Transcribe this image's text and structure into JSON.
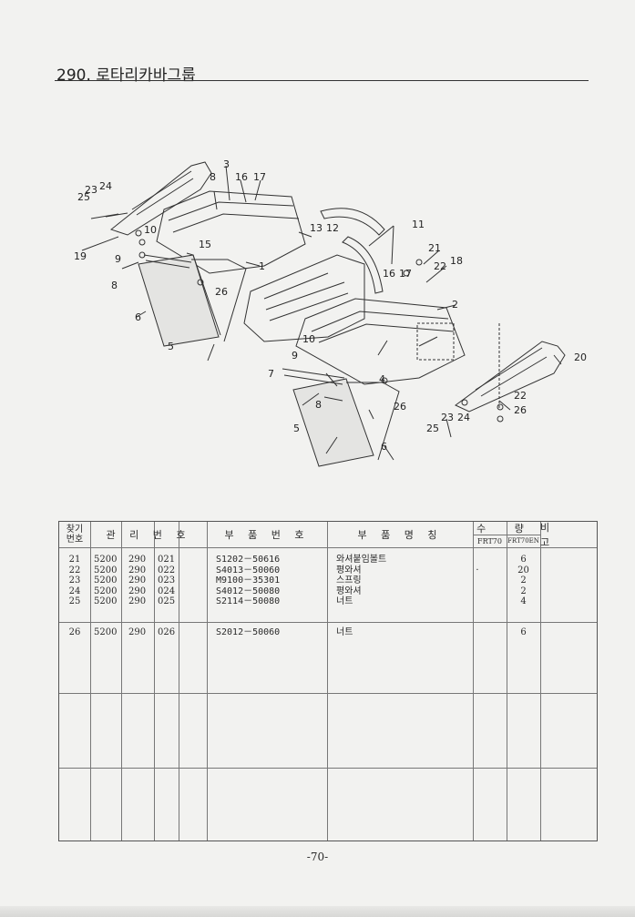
{
  "page": {
    "title": "290. 로타리카바그룹",
    "page_number": "-70-"
  },
  "diagram": {
    "callouts": [
      "1",
      "2",
      "3",
      "4",
      "5",
      "5",
      "6",
      "6",
      "7",
      "8",
      "8",
      "8",
      "9",
      "9",
      "10",
      "10",
      "11",
      "12",
      "13",
      "15",
      "16",
      "16",
      "17",
      "17",
      "18",
      "19",
      "20",
      "21",
      "22",
      "22",
      "23",
      "23",
      "24",
      "24",
      "25",
      "25",
      "26",
      "26",
      "26"
    ]
  },
  "table": {
    "headers": {
      "index": "찾기\n번호",
      "mgmt": "관 리 번 호",
      "part_no": "부 품 번 호",
      "part_name": "부 품 명 칭",
      "qty": "수 량",
      "qty_a": "FRT70",
      "qty_b": "FRT70EN",
      "remark": "비 고"
    },
    "rows": [
      {
        "idx": "21",
        "m1": "5200",
        "m2": "290",
        "m3": "021",
        "pno": "S1202－50616",
        "name": "와셔붙임볼트",
        "qa": "",
        "qb": "6"
      },
      {
        "idx": "22",
        "m1": "5200",
        "m2": "290",
        "m3": "022",
        "pno": "S4013－50060",
        "name": "평와셔",
        "qa": "·",
        "qb": "20"
      },
      {
        "idx": "23",
        "m1": "5200",
        "m2": "290",
        "m3": "023",
        "pno": "M9100－35301",
        "name": "스프링",
        "qa": "",
        "qb": "2"
      },
      {
        "idx": "24",
        "m1": "5200",
        "m2": "290",
        "m3": "024",
        "pno": "S4012－50080",
        "name": "평와셔",
        "qa": "",
        "qb": "2"
      },
      {
        "idx": "25",
        "m1": "5200",
        "m2": "290",
        "m3": "025",
        "pno": "S2114－50080",
        "name": "너트",
        "qa": "",
        "qb": "4"
      },
      {
        "idx": "26",
        "m1": "5200",
        "m2": "290",
        "m3": "026",
        "pno": "S2012－50060",
        "name": "너트",
        "qa": "",
        "qb": "6"
      }
    ]
  }
}
